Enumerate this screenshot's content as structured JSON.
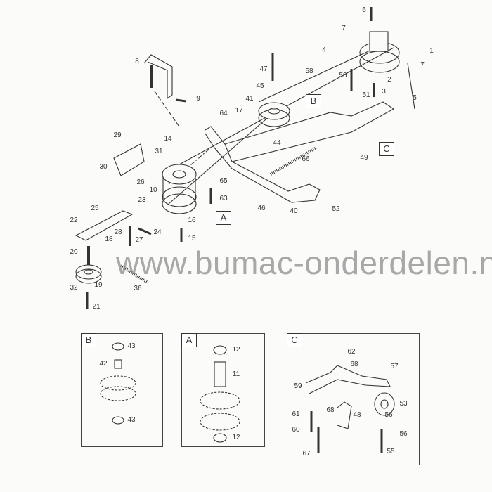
{
  "watermark": "www.bumac-onderdelen.nl",
  "callouts": {
    "p6": "6",
    "p7a": "7",
    "p4": "4",
    "p1": "1",
    "p7b": "7",
    "p5": "5",
    "p2": "2",
    "p3": "3",
    "p50": "50",
    "p51": "51",
    "p47": "47",
    "p45": "45",
    "p58": "58",
    "p41": "41",
    "p64": "64",
    "p17": "17",
    "p8": "8",
    "p9": "9",
    "p14": "14",
    "p29": "29",
    "p31": "31",
    "p30": "30",
    "p26": "26",
    "p10": "10",
    "p23": "23",
    "p25": "25",
    "p22": "22",
    "p44": "44",
    "p66": "66",
    "p49": "49",
    "p65": "65",
    "p63": "63",
    "p46": "46",
    "p40": "40",
    "p52": "52",
    "p16": "16",
    "p15": "15",
    "p18": "18",
    "p28": "28",
    "p27": "27",
    "p24": "24",
    "p20": "20",
    "p19": "19",
    "p36": "36",
    "p32": "32",
    "p21": "21"
  },
  "detail_tags": {
    "a": "A",
    "b": "B",
    "c": "C"
  },
  "insets": {
    "b": {
      "tag": "B",
      "c43a": "43",
      "c42": "42",
      "c43b": "43"
    },
    "a": {
      "tag": "A",
      "c12a": "12",
      "c11": "11",
      "c12b": "12"
    },
    "c": {
      "tag": "C",
      "c62": "62",
      "c68a": "68",
      "c57": "57",
      "c59": "59",
      "c53": "53",
      "c68b": "68",
      "c61": "61",
      "c48": "48",
      "c56a": "56",
      "c56b": "56",
      "c60": "60",
      "c67": "67",
      "c55": "55"
    }
  }
}
